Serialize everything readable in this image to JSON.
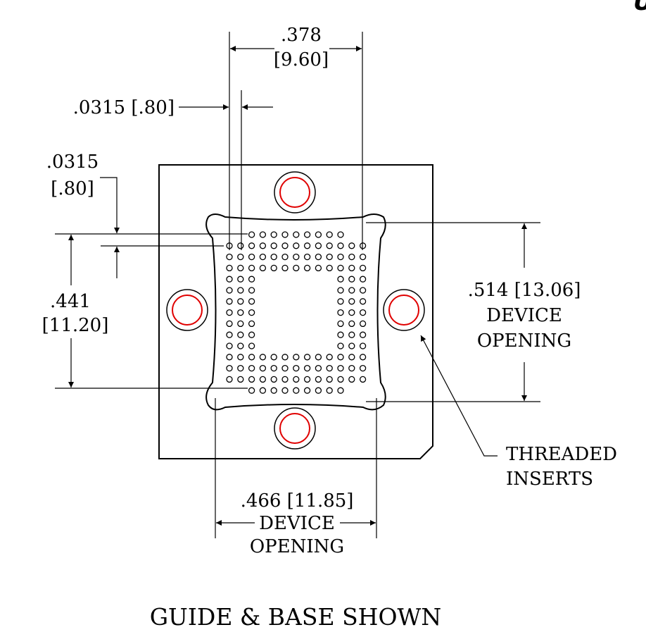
{
  "corner_mark": "U",
  "title": "GUIDE & BASE SHOWN",
  "dimensions": {
    "pitch_top": {
      "in": ".378",
      "mm": "[9.60]"
    },
    "offset_top": {
      "text": ".0315 [.80]"
    },
    "offset_left": {
      "in": ".0315",
      "mm": "[.80]"
    },
    "pitch_left": {
      "in": ".441",
      "mm": "[11.20]"
    },
    "opening_right": {
      "line1": ".514 [13.06]",
      "line2": "DEVICE",
      "line3": "OPENING"
    },
    "opening_bottom": {
      "line1": ".466 [11.85]",
      "line2": "DEVICE",
      "line3": "OPENING"
    }
  },
  "callout": {
    "line1": "THREADED",
    "line2": "INSERTS"
  },
  "colors": {
    "line": "#000000",
    "insert_ring": "#e00000",
    "background": "#ffffff"
  }
}
